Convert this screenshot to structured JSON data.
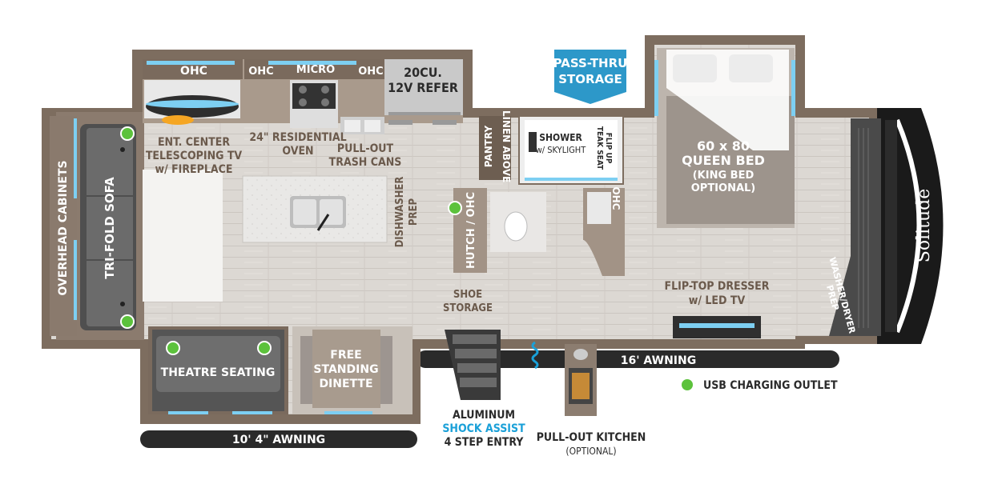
{
  "labels": {
    "ohc_top_left": "OHC",
    "ohc_micro_left": "OHC",
    "micro": "MICRO",
    "ohc_micro_right": "OHC",
    "refer_line1": "20CU.",
    "refer_line2": "12V REFER",
    "pass_thru_line1": "PASS-THRU",
    "pass_thru_line2": "STORAGE",
    "ent_line1": "ENT. CENTER",
    "ent_line2": "TELESCOPING TV",
    "ent_line3": "w/ FIREPLACE",
    "oven_line1": "24\" RESIDENTIAL",
    "oven_line2": "OVEN",
    "trash_line1": "PULL-OUT",
    "trash_line2": "TRASH CANS",
    "pantry": "PANTRY",
    "linen_above": "LINEN ABOVE",
    "shower_line1": "SHOWER",
    "shower_line2": "w/ SKYLIGHT",
    "flip_seat_line1": "FLIP UP",
    "flip_seat_line2": "TEAK SEAT",
    "bed_line1": "60 x 80",
    "bed_line2": "QUEEN BED",
    "bed_line3": "(KING BED",
    "bed_line4": "OPTIONAL)",
    "overhead_cabinets": "OVERHEAD CABINETS",
    "tri_fold_sofa": "TRI-FOLD SOFA",
    "dishwasher_line1": "DISHWASHER",
    "dishwasher_line2": "PREP",
    "hutch_ohc": "HUTCH / OHC",
    "ohc_bath": "OHC",
    "shoe_line1": "SHOE",
    "shoe_line2": "STORAGE",
    "dresser_line1": "FLIP-TOP DRESSER",
    "dresser_line2": "w/ LED TV",
    "washer_line1": "WASHER/DRYER",
    "washer_line2": "PREP",
    "brand": "Solitude",
    "theatre_seating": "THEATRE SEATING",
    "dinette_line1": "FREE",
    "dinette_line2": "STANDING",
    "dinette_line3": "DINETTE",
    "awning_16": "16' AWNING",
    "usb_legend": "USB CHARGING OUTLET",
    "entry_line1": "ALUMINUM",
    "entry_line2": "SHOCK ASSIST",
    "entry_line3": "4 STEP ENTRY",
    "kitchen_line1": "PULL-OUT KITCHEN",
    "kitchen_line2": "(OPTIONAL)",
    "awning_10": "10' 4\" AWNING"
  },
  "colors": {
    "wall": "#7d6d5f",
    "floor": "#d8d4cf",
    "cabinet": "#8a7a6d",
    "usb": "#5cc23c",
    "pass_thru": "#2d98c9",
    "accent_blue": "#1aa0d8",
    "awning": "#2a2a2a"
  }
}
